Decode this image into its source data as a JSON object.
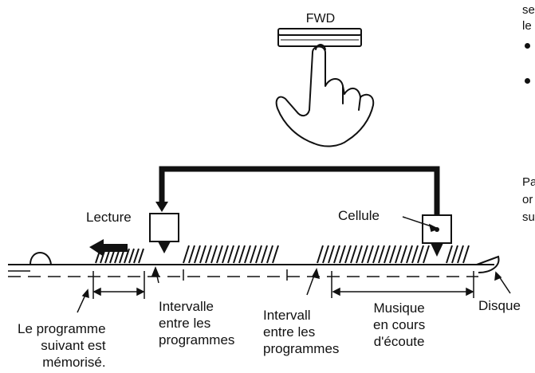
{
  "button": {
    "label": "FWD"
  },
  "labels": {
    "lecture": "Lecture",
    "cellule": "Cellule",
    "disque": "Disque",
    "intervalle_1": "Intervalle\nentre les\nprogrammes",
    "intervalle_2": "Intervall\nentre les\nprogrammes",
    "musique": "Musique\nen cours\nd'écoute",
    "programme": "Le programme\nsuivant est\nmémorisé."
  },
  "edge_text": {
    "line1": "se",
    "line2": "le",
    "line3": "Pa",
    "line4": "or",
    "line5": "su"
  },
  "colors": {
    "ink": "#111111",
    "paper": "#ffffff"
  }
}
